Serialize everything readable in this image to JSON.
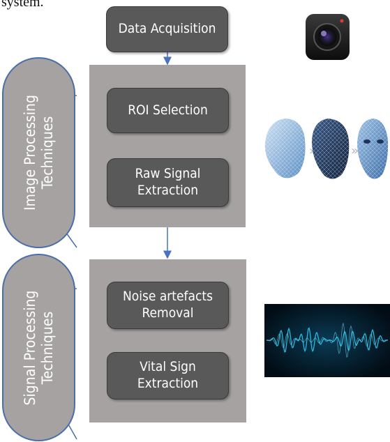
{
  "caption_fragment": "system.",
  "steps": {
    "data_acquisition": "Data Acquisition",
    "roi_selection": "ROI Selection",
    "raw_signal_extraction": "Raw Signal\nExtraction",
    "noise_removal": "Noise artefacts\nRemoval",
    "vital_sign_extraction": "Vital Sign\nExtraction"
  },
  "groups": {
    "image_processing": "Image Processing\nTechniques",
    "signal_processing": "Signal Processing\nTechniques"
  },
  "illustrations": {
    "camera": "camera-icon",
    "faces": "3d-face-mesh-icon",
    "waveform": "signal-waveform-icon"
  },
  "colors": {
    "panel": "#a6a2a2",
    "step_box": "#595959",
    "arrow": "#4a72c4",
    "pill_border": "#4a6ea9",
    "wave": "#27c3e8"
  }
}
